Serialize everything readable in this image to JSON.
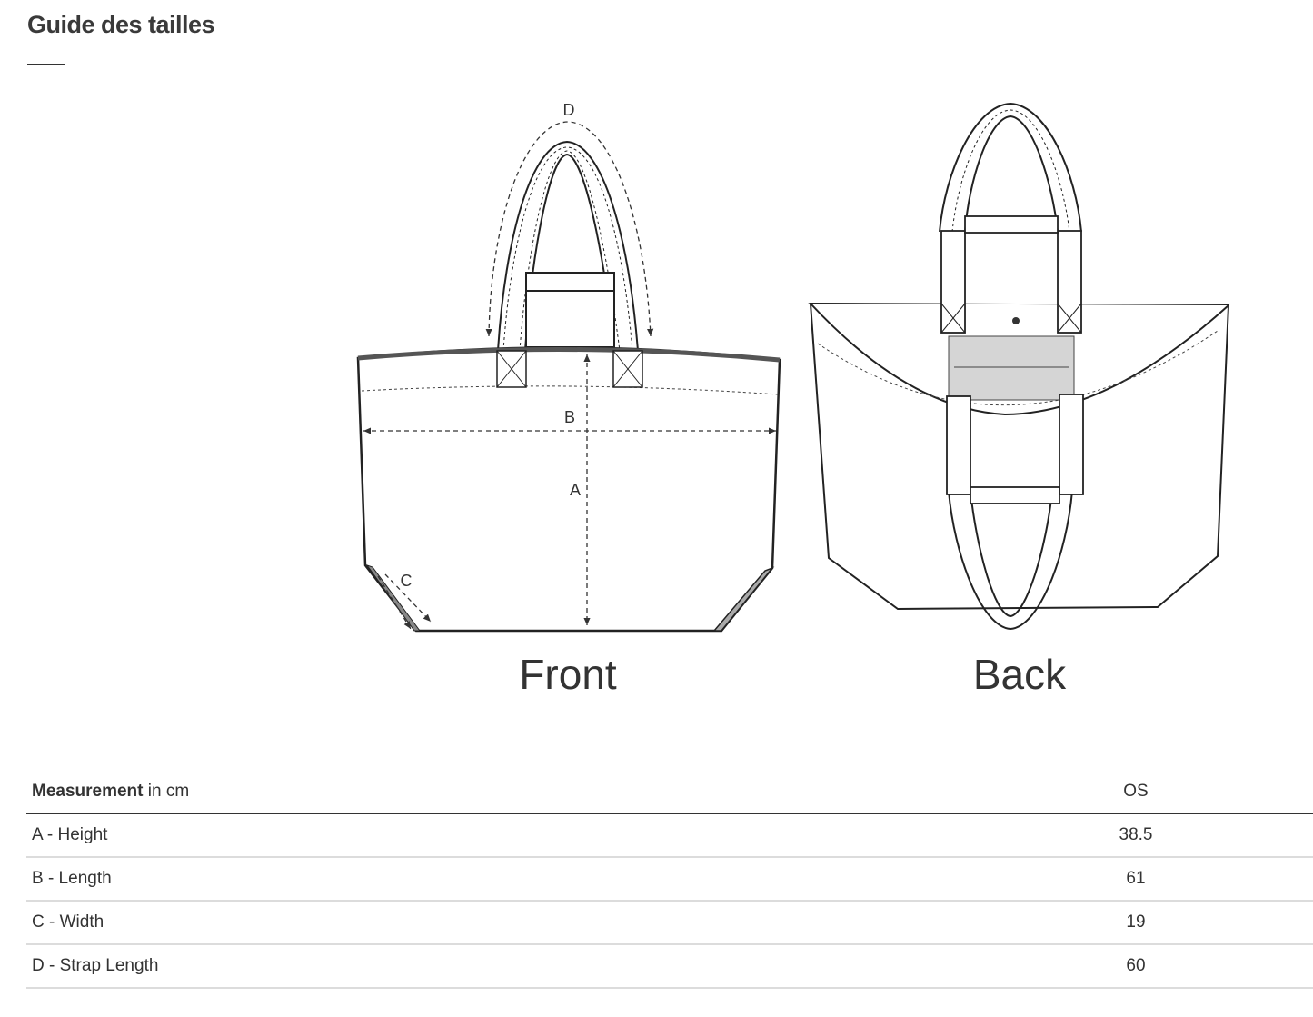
{
  "page": {
    "title": "Guide des tailles"
  },
  "diagram": {
    "labels": {
      "a": "A",
      "b": "B",
      "c": "C",
      "d": "D"
    },
    "front_caption": "Front",
    "back_caption": "Back"
  },
  "table": {
    "header": {
      "measurement": "Measurement",
      "unit": " in cm",
      "size": "OS"
    },
    "rows": [
      {
        "label": "A - Height",
        "value": "38.5"
      },
      {
        "label": "B - Length",
        "value": "61"
      },
      {
        "label": "C - Width",
        "value": "19"
      },
      {
        "label": "D - Strap Length",
        "value": "60"
      }
    ]
  },
  "colors": {
    "text": "#333333",
    "rule_strong": "#333333",
    "rule_light": "#dcdcdc",
    "bag_fill": "#ffffff",
    "bag_inner": "#e8e8e8"
  }
}
